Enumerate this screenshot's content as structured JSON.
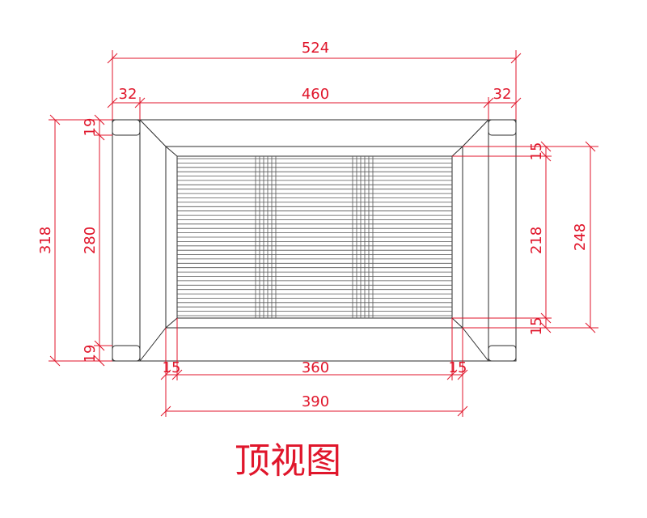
{
  "drawing": {
    "title": "顶视图",
    "dimensions": {
      "overall_width": "524",
      "inner_width": "460",
      "left_post": "32",
      "right_post": "32",
      "overall_depth": "318",
      "inner_depth": "280",
      "top_rail": "19",
      "bottom_rail": "19",
      "panel_width": "360",
      "panel_left_offset": "15",
      "panel_right_offset": "15",
      "frame_width": "390",
      "panel_depth": "218",
      "frame_depth": "248",
      "panel_top_offset": "15",
      "panel_bottom_offset": "15"
    },
    "colors": {
      "dimension": "#e0162b",
      "object": "#2b2b2b"
    }
  }
}
